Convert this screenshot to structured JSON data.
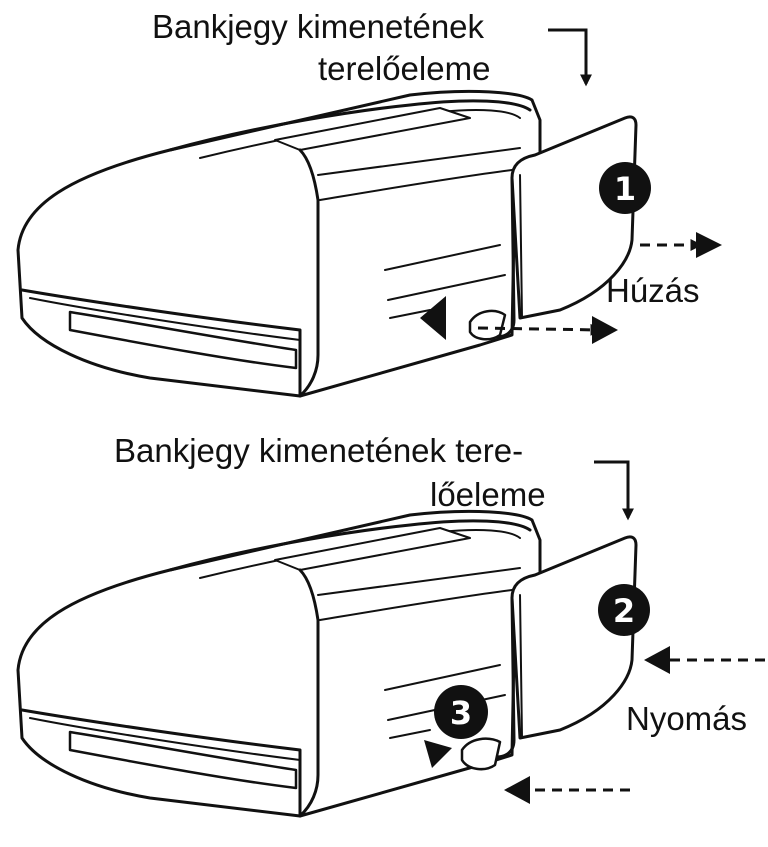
{
  "panels": [
    {
      "id": "top",
      "label_line1": "Bankjegy kimenetének",
      "label_line2": "terelőeleme",
      "action_label": "Húzás",
      "steps": [
        "1"
      ]
    },
    {
      "id": "bottom",
      "label_line1": "Bankjegy kimenetének tere-",
      "label_line2": "lőeleme",
      "action_label": "Nyomás",
      "steps": [
        "2",
        "3"
      ]
    }
  ],
  "colors": {
    "ink": "#111111",
    "paper": "#ffffff"
  }
}
